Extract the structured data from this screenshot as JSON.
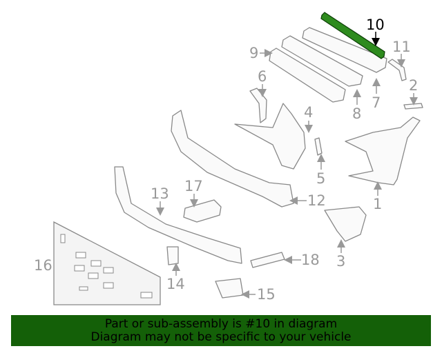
{
  "diagram": {
    "highlighted_part": "10",
    "highlight_color": "#2e8b1e",
    "labels": [
      "10",
      "11",
      "9",
      "6",
      "2",
      "8",
      "7",
      "4",
      "5",
      "17",
      "13",
      "12",
      "1",
      "16",
      "3",
      "18",
      "14",
      "15"
    ]
  },
  "banner": {
    "line1": "Part or sub-assembly is #10 in diagram",
    "line2": "Diagram may not be specific to your vehicle",
    "color": "#146008"
  }
}
